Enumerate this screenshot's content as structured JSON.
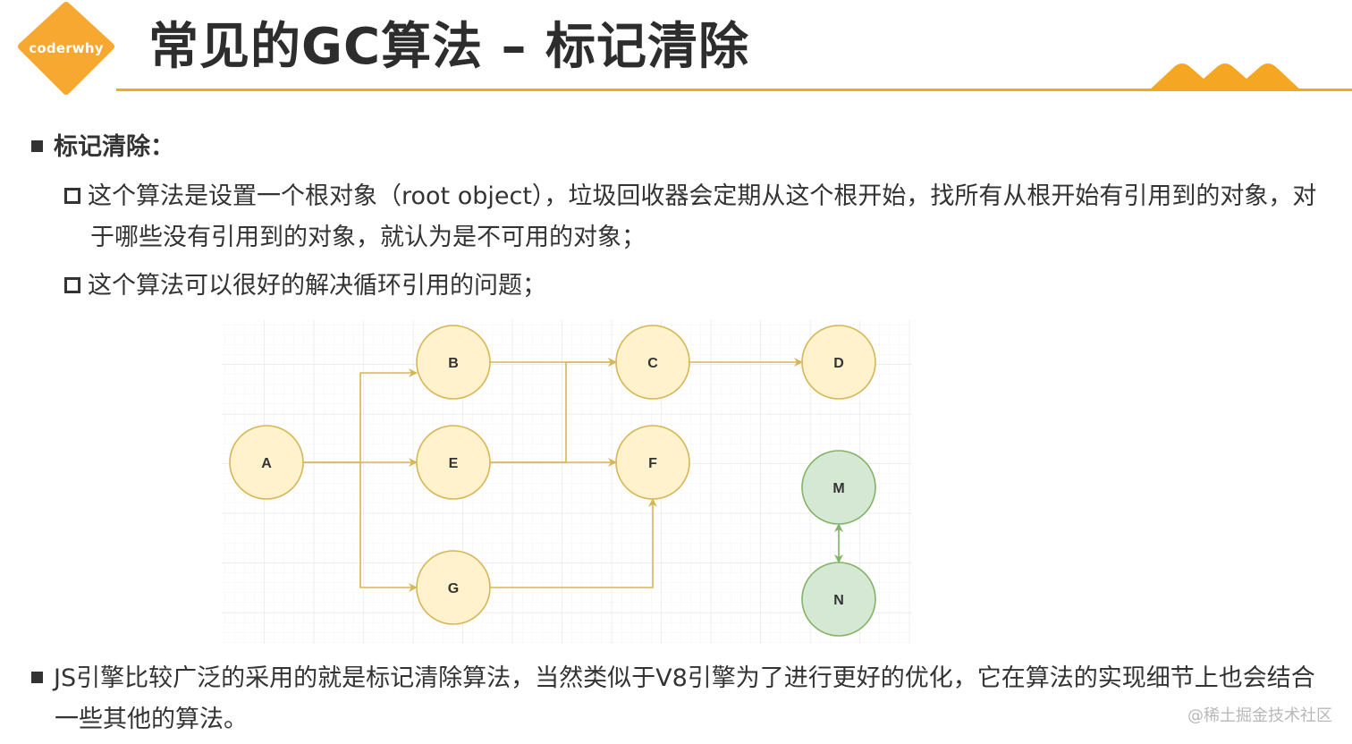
{
  "header": {
    "logo_text": "coderwhy",
    "title": "常见的GC算法 – 标记清除"
  },
  "section": {
    "heading": "标记清除：",
    "sub_items": [
      {
        "line1": "这个算法是设置一个根对象（root object），垃圾回收器会定期从这个根开始，找所有从根开始有引用到的对象，对",
        "line2": "于哪些没有引用到的对象，就认为是不可用的对象；"
      },
      {
        "line1": "这个算法可以很好的解决循环引用的问题；"
      }
    ]
  },
  "diagram": {
    "nodes": [
      {
        "id": "A",
        "label": "A",
        "type": "reachable"
      },
      {
        "id": "B",
        "label": "B",
        "type": "reachable"
      },
      {
        "id": "C",
        "label": "C",
        "type": "reachable"
      },
      {
        "id": "D",
        "label": "D",
        "type": "reachable"
      },
      {
        "id": "E",
        "label": "E",
        "type": "reachable"
      },
      {
        "id": "F",
        "label": "F",
        "type": "reachable"
      },
      {
        "id": "G",
        "label": "G",
        "type": "reachable"
      },
      {
        "id": "M",
        "label": "M",
        "type": "unreachable"
      },
      {
        "id": "N",
        "label": "N",
        "type": "unreachable"
      }
    ],
    "edges": [
      {
        "from": "A",
        "to": "B"
      },
      {
        "from": "A",
        "to": "E"
      },
      {
        "from": "A",
        "to": "G"
      },
      {
        "from": "B",
        "to": "C"
      },
      {
        "from": "E",
        "to": "C"
      },
      {
        "from": "E",
        "to": "F"
      },
      {
        "from": "C",
        "to": "D"
      },
      {
        "from": "G",
        "to": "F"
      },
      {
        "from": "M",
        "to": "N",
        "bidirectional": true
      }
    ],
    "colors": {
      "reachable_fill": "#fff2cc",
      "reachable_stroke": "#d6b656",
      "unreachable_fill": "#d5e8d4",
      "unreachable_stroke": "#82b366",
      "edge_yellow": "#d6b656",
      "edge_green": "#82b366"
    }
  },
  "bottom": {
    "line1": "JS引擎比较广泛的采用的就是标记清除算法，当然类似于V8引擎为了进行更好的优化，它在算法的实现细节上也会结合",
    "line2": "一些其他的算法。"
  },
  "watermark": "@稀土掘金技术社区",
  "theme": {
    "accent": "#f5a623",
    "logo_fill": "#f7a831"
  }
}
